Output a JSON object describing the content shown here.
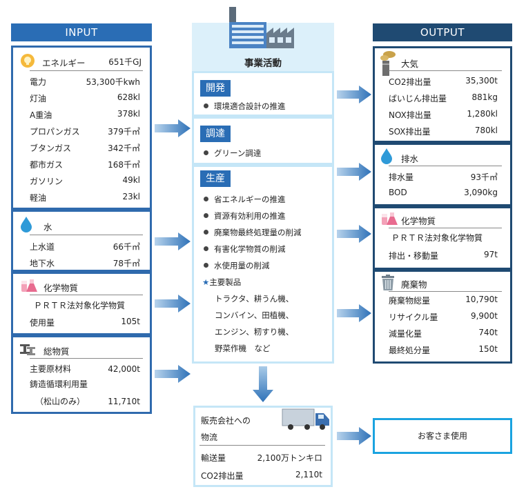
{
  "headers": {
    "input": "INPUT",
    "output": "OUTPUT"
  },
  "center": {
    "title": "事業活動"
  },
  "input": {
    "energy": {
      "label": "エネルギー",
      "total": "651千GJ",
      "rows": [
        {
          "name": "電力",
          "value": "53,300千kwh"
        },
        {
          "name": "灯油",
          "value": "628kl"
        },
        {
          "name": "A重油",
          "value": "378kl"
        },
        {
          "name": "プロパンガス",
          "value": "379千㎥"
        },
        {
          "name": "ブタンガス",
          "value": "342千㎥"
        },
        {
          "name": "都市ガス",
          "value": "168千㎥"
        },
        {
          "name": "ガソリン",
          "value": "49kl"
        },
        {
          "name": "軽油",
          "value": "23kl"
        }
      ]
    },
    "water": {
      "label": "水",
      "rows": [
        {
          "name": "上水道",
          "value": "66千㎥"
        },
        {
          "name": "地下水",
          "value": "78千㎥"
        }
      ]
    },
    "chemical": {
      "label": "化学物質",
      "sub": "ＰＲＴＲ法対象化学物質",
      "rows": [
        {
          "name": "使用量",
          "value": "105t"
        }
      ]
    },
    "materials": {
      "label": "総物質",
      "rows": [
        {
          "name": "主要原材料",
          "value": "42,000t"
        },
        {
          "name": "鋳造循環利用量",
          "value": ""
        },
        {
          "name": "（松山のみ）",
          "value": "11,710t"
        }
      ]
    }
  },
  "activities": {
    "dev": {
      "label": "開発",
      "items": [
        "環境適合設計の推進"
      ]
    },
    "procure": {
      "label": "調達",
      "items": [
        "グリーン調達"
      ]
    },
    "production": {
      "label": "生産",
      "items": [
        "省エネルギーの推進",
        "資源有効利用の推進",
        "廃棄物最終処理量の削減",
        "有害化学物質の削減",
        "水使用量の削減"
      ],
      "products_label": "主要製品",
      "products": [
        "トラクタ、耕うん機、",
        "コンバイン、田植機、",
        "エンジン、籾すり機、",
        "野菜作機　など"
      ]
    }
  },
  "output": {
    "air": {
      "label": "大気",
      "rows": [
        {
          "name": "CO2排出量",
          "value": "35,300t"
        },
        {
          "name": "ばいじん排出量",
          "value": "881kg"
        },
        {
          "name": "NOX排出量",
          "value": "1,280kl"
        },
        {
          "name": "SOX排出量",
          "value": "780kl"
        }
      ]
    },
    "wastewater": {
      "label": "排水",
      "rows": [
        {
          "name": "排水量",
          "value": "93千㎥"
        },
        {
          "name": "BOD",
          "value": "3,090kg"
        }
      ]
    },
    "chemical": {
      "label": "化学物質",
      "sub": "ＰＲＴＲ法対象化学物質",
      "rows": [
        {
          "name": "排出・移動量",
          "value": "97t"
        }
      ]
    },
    "waste": {
      "label": "廃棄物",
      "rows": [
        {
          "name": "廃棄物総量",
          "value": "10,790t"
        },
        {
          "name": "リサイクル量",
          "value": "9,900t"
        },
        {
          "name": "減量化量",
          "value": "740t"
        },
        {
          "name": "最終処分量",
          "value": "150t"
        }
      ]
    }
  },
  "logistics": {
    "title_line1": "販売会社への",
    "title_line2": "物流",
    "rows": [
      {
        "name": "輸送量",
        "value": "2,100万トンキロ"
      },
      {
        "name": "CO2排出量",
        "value": "2,110t"
      }
    ]
  },
  "customer": {
    "label": "お客さま使用"
  },
  "colors": {
    "input_blue": "#2a6db5",
    "output_navy": "#1f4a72",
    "light_blue": "#c5e6f7",
    "arrow_blue": "#3e86c8"
  }
}
